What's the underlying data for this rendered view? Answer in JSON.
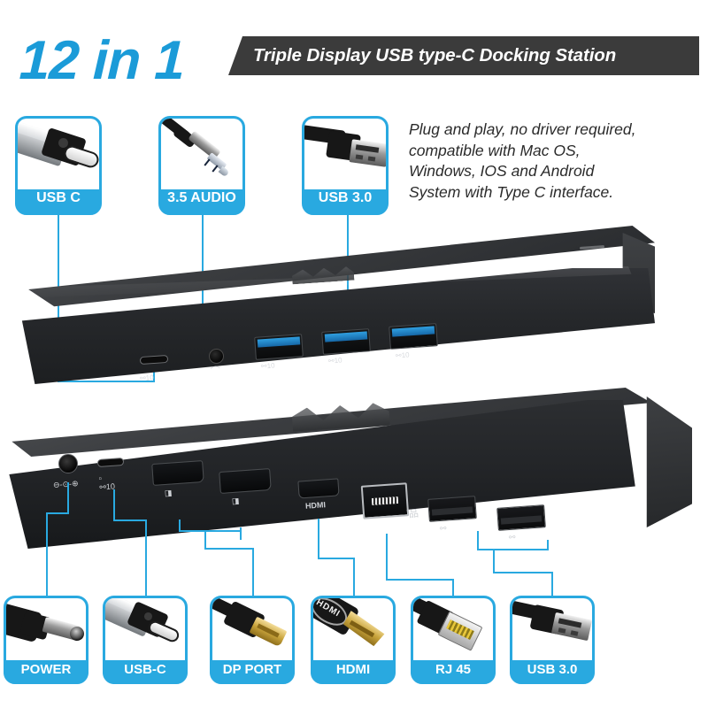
{
  "header": {
    "count_text": "12 in 1",
    "banner_text": "Triple Display USB type-C Docking Station",
    "accent_blue": "#29A9E0",
    "number_blue": "#1B9BD8",
    "banner_bg": "#3B3B3B"
  },
  "description": {
    "line1": "Plug and play, no driver required,",
    "line2": "compatible with Mac OS,",
    "line3": "Windows, IOS and Android",
    "line4": "System with Type C interface.",
    "full": "Plug and play, no driver required, compatible with Mac OS, Windows, IOS and Android System with Type C interface."
  },
  "top_cards": [
    {
      "label": "USB C",
      "icon": "usb-c-connector-photo"
    },
    {
      "label": "3.5 AUDIO",
      "icon": "3.5mm-audio-jack-photo"
    },
    {
      "label": "USB 3.0",
      "icon": "usb-a-connector-photo"
    }
  ],
  "bottom_cards": [
    {
      "label": "POWER",
      "icon": "dc-barrel-power-plug-photo"
    },
    {
      "label": "USB-C",
      "icon": "usb-c-connector-photo"
    },
    {
      "label": "DP PORT",
      "icon": "displayport-connector-photo"
    },
    {
      "label": "HDMI",
      "icon": "hdmi-connector-photo"
    },
    {
      "label": "RJ 45",
      "icon": "rj45-ethernet-connector-photo"
    },
    {
      "label": "USB 3.0",
      "icon": "usb-a-connector-photo"
    }
  ],
  "top_device": {
    "name": "docking-station-front-view",
    "ports": [
      {
        "type": "usb-c",
        "marking": "10"
      },
      {
        "type": "audio-jack",
        "marking": "headphone"
      },
      {
        "type": "usb-a-blue",
        "marking": "10"
      },
      {
        "type": "usb-a-blue",
        "marking": "10"
      },
      {
        "type": "usb-a-blue",
        "marking": "10"
      }
    ]
  },
  "bottom_device": {
    "name": "docking-station-rear-view",
    "ports": [
      {
        "type": "dc-power",
        "marking": "power"
      },
      {
        "type": "usb-c",
        "marking": "10"
      },
      {
        "type": "displayport",
        "marking": "DP"
      },
      {
        "type": "displayport",
        "marking": "DP"
      },
      {
        "type": "hdmi",
        "marking": "HDMI"
      },
      {
        "type": "rj45",
        "marking": "LAN"
      },
      {
        "type": "usb-a",
        "marking": "usb"
      },
      {
        "type": "usb-a",
        "marking": "usb"
      }
    ]
  },
  "port_markings": {
    "usb_speed": "10",
    "hdmi_label": "HDMI"
  }
}
